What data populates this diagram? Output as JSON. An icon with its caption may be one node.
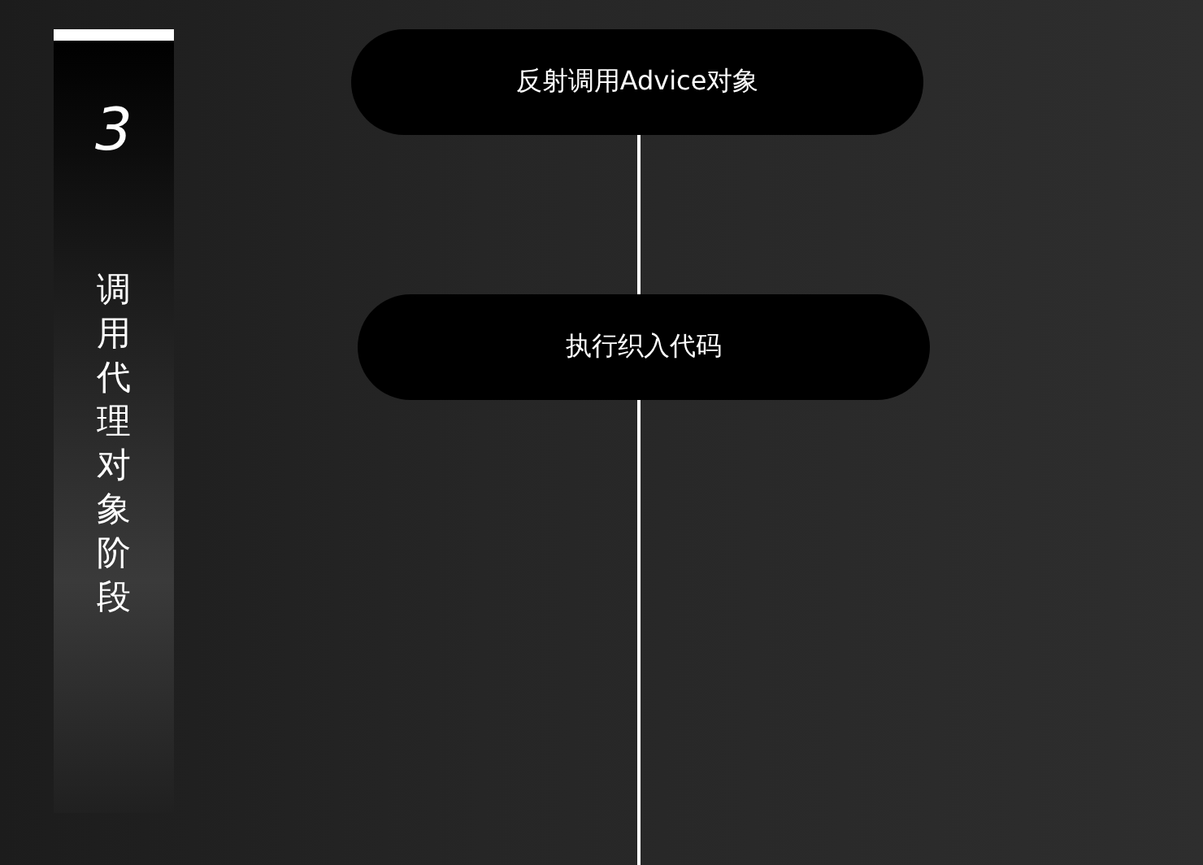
{
  "diagram": {
    "nodes": [
      {
        "text": [
          "3",
          "调用代理对象阶段"
        ]
      },
      {
        "text": [
          "反射调用Advice对象"
        ]
      },
      {
        "text": [
          "执行织入代码"
        ]
      }
    ],
    "edges": [
      {
        "from": 1,
        "to": 2,
        "arrow": "none"
      },
      {
        "from": 2,
        "to": null,
        "arrow": "none"
      }
    ]
  }
}
